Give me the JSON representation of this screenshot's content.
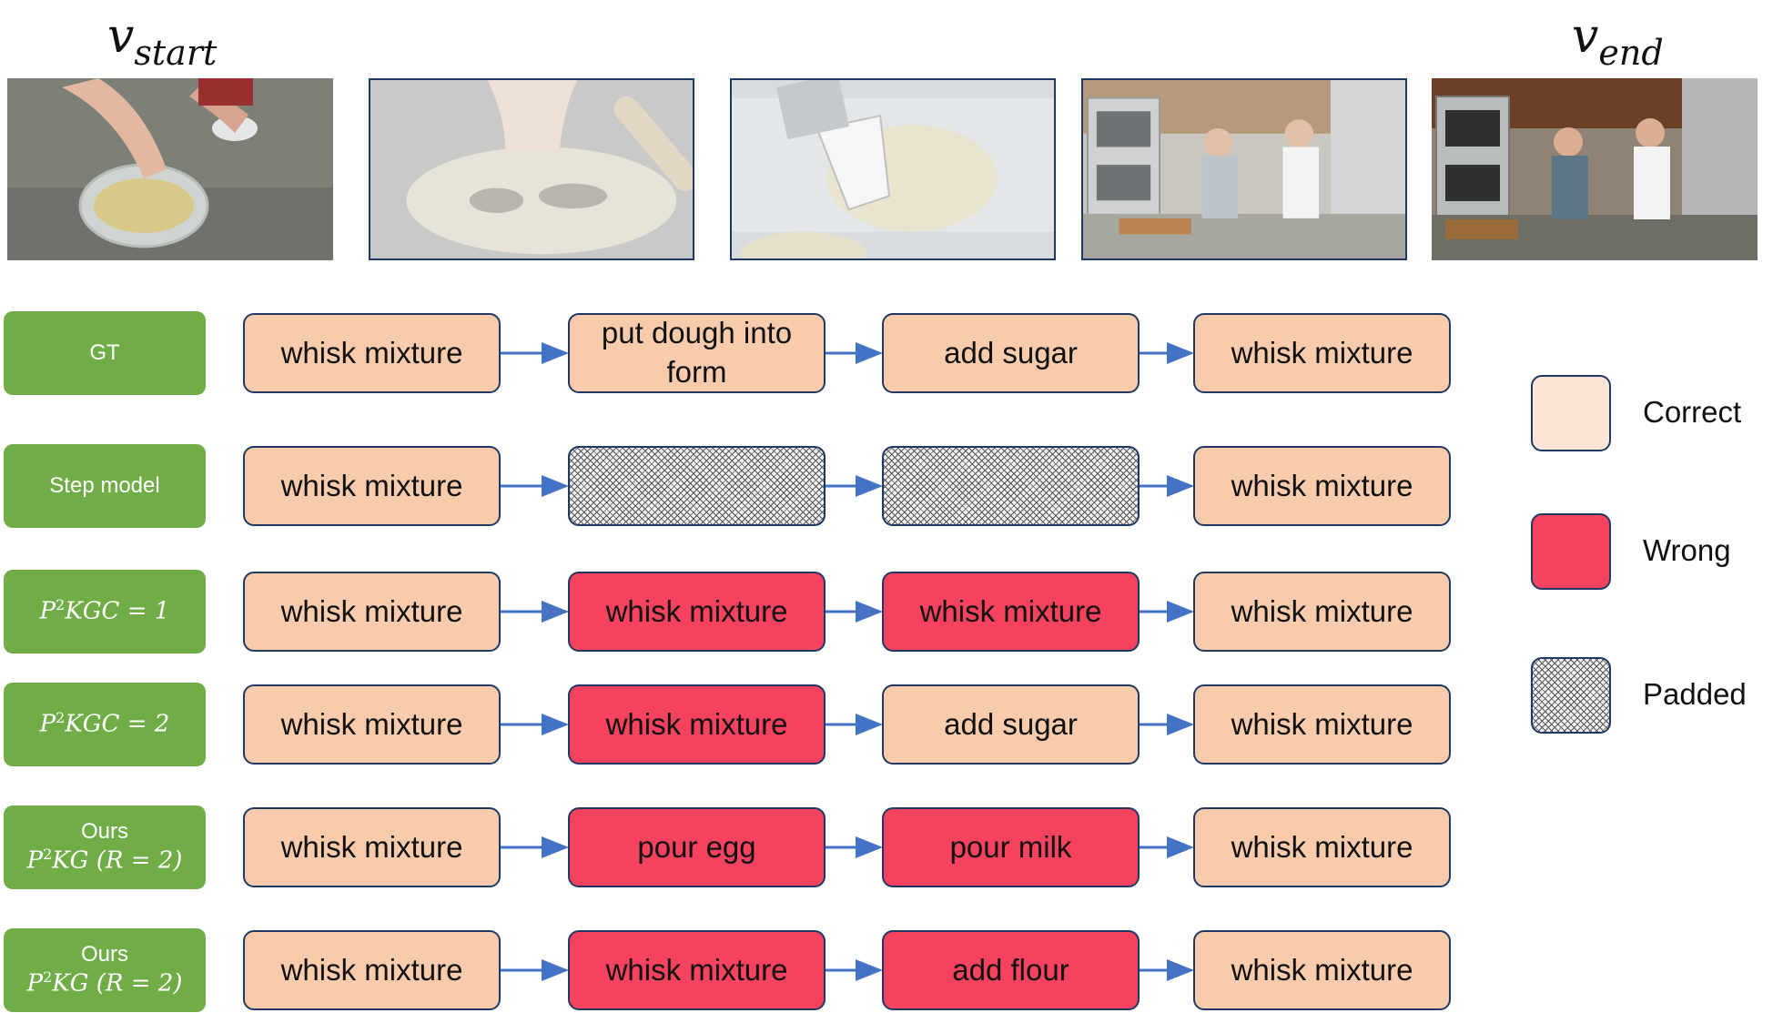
{
  "header": {
    "start_label": "v",
    "start_sub": "start",
    "end_label": "v",
    "end_sub": "end"
  },
  "frames": [
    {
      "id": "frame-1",
      "description_icon": "hands-whisking-bowl"
    },
    {
      "id": "frame-2",
      "description_icon": "dough-cutout"
    },
    {
      "id": "frame-3",
      "description_icon": "brush-on-dough"
    },
    {
      "id": "frame-4",
      "description_icon": "kitchen-two-women"
    },
    {
      "id": "frame-5",
      "description_icon": "kitchen-two-women"
    }
  ],
  "rows": [
    {
      "label": "GT",
      "steps": [
        {
          "text": "whisk mixture",
          "status": "correct"
        },
        {
          "text": "put dough into form",
          "status": "correct"
        },
        {
          "text": "add sugar",
          "status": "correct"
        },
        {
          "text": "whisk mixture",
          "status": "correct"
        }
      ]
    },
    {
      "label": "Step model",
      "steps": [
        {
          "text": "whisk mixture",
          "status": "correct"
        },
        {
          "text": "",
          "status": "padded"
        },
        {
          "text": "",
          "status": "padded"
        },
        {
          "text": "whisk mixture",
          "status": "correct"
        }
      ]
    },
    {
      "label_math": {
        "p": "P",
        "sup": "2",
        "rest": "KGC = 1"
      },
      "steps": [
        {
          "text": "whisk mixture",
          "status": "correct"
        },
        {
          "text": "whisk mixture",
          "status": "wrong"
        },
        {
          "text": "whisk mixture",
          "status": "wrong"
        },
        {
          "text": "whisk mixture",
          "status": "correct"
        }
      ]
    },
    {
      "label_math": {
        "p": "P",
        "sup": "2",
        "rest": "KGC = 2"
      },
      "steps": [
        {
          "text": "whisk mixture",
          "status": "correct"
        },
        {
          "text": "whisk mixture",
          "status": "wrong"
        },
        {
          "text": "add sugar",
          "status": "correct"
        },
        {
          "text": "whisk mixture",
          "status": "correct"
        }
      ]
    },
    {
      "label": "Ours",
      "label_math": {
        "p": "P",
        "sup": "2",
        "rest": "KG (R = 2)"
      },
      "steps": [
        {
          "text": "whisk mixture",
          "status": "correct"
        },
        {
          "text": "pour egg",
          "status": "wrong"
        },
        {
          "text": "pour milk",
          "status": "wrong"
        },
        {
          "text": "whisk mixture",
          "status": "correct"
        }
      ]
    },
    {
      "label": "Ours",
      "label_math": {
        "p": "P",
        "sup": "2",
        "rest": "KG (R = 2)"
      },
      "steps": [
        {
          "text": "whisk mixture",
          "status": "correct"
        },
        {
          "text": "whisk mixture",
          "status": "wrong"
        },
        {
          "text": "add flour",
          "status": "wrong"
        },
        {
          "text": "whisk mixture",
          "status": "correct"
        }
      ]
    }
  ],
  "legend": [
    {
      "status": "correct",
      "label": "Correct"
    },
    {
      "status": "wrong",
      "label": "Wrong"
    },
    {
      "status": "padded",
      "label": "Padded"
    }
  ],
  "colors": {
    "label_bg": "#70ad47",
    "correct": "#f8cbad",
    "wrong": "#f4425f",
    "border": "#1f3864",
    "arrow": "#4472c4",
    "legend_correct": "#fbe5d6"
  }
}
